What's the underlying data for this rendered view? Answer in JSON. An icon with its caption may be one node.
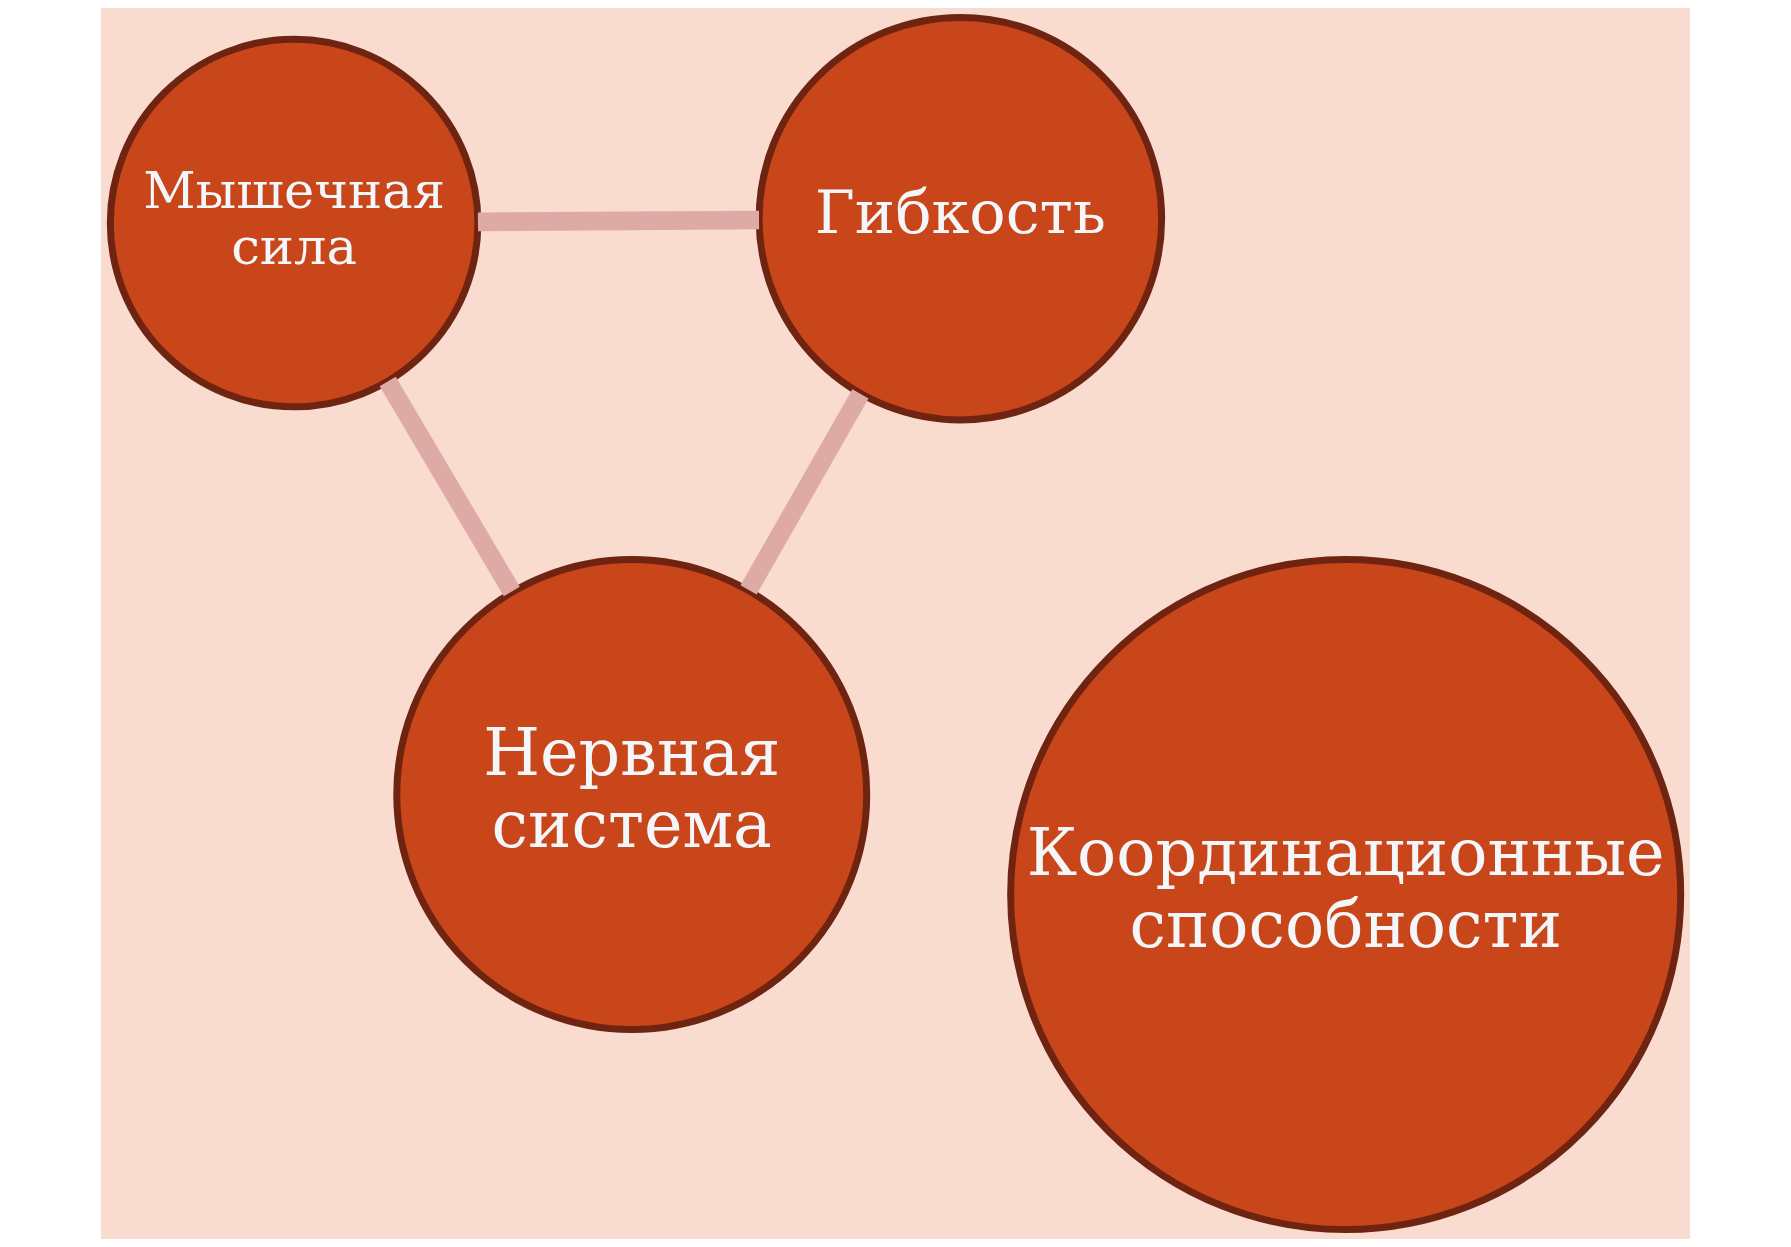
{
  "diagram": {
    "nodes": [
      {
        "text": [
          "Мышечная сила"
        ]
      },
      {
        "text": [
          "Координационные способности"
        ]
      },
      {
        "text": [
          "Гибкость"
        ]
      },
      {
        "text": [
          "Нервная система"
        ]
      }
    ],
    "edges": [
      {
        "from": 0,
        "to": 2,
        "arrow": "none"
      },
      {
        "from": 2,
        "to": 3,
        "arrow": "none"
      },
      {
        "from": 3,
        "to": 0,
        "arrow": "none"
      }
    ]
  }
}
